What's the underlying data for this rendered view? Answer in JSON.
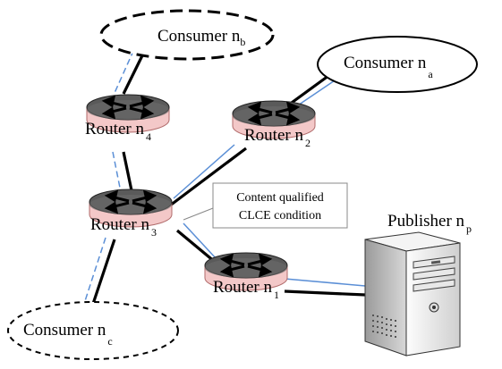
{
  "consumers": {
    "a": {
      "name": "Consumer n",
      "sub": "a"
    },
    "b": {
      "name": "Consumer n",
      "sub": "b"
    },
    "c": {
      "name": "Consumer n",
      "sub": "c"
    }
  },
  "routers": {
    "r1": {
      "name": "Router n",
      "sub": "1"
    },
    "r2": {
      "name": "Router n",
      "sub": "2"
    },
    "r3": {
      "name": "Router n",
      "sub": "3"
    },
    "r4": {
      "name": "Router n",
      "sub": "4"
    }
  },
  "publisher": {
    "name": "Publisher n",
    "sub": "p"
  },
  "annotation": {
    "line1": "Content qualified",
    "line2": "CLCE condition"
  },
  "colors": {
    "blue_link": "#5b8fd6",
    "router_top": "#555555",
    "router_band": "#f2c6c6"
  }
}
